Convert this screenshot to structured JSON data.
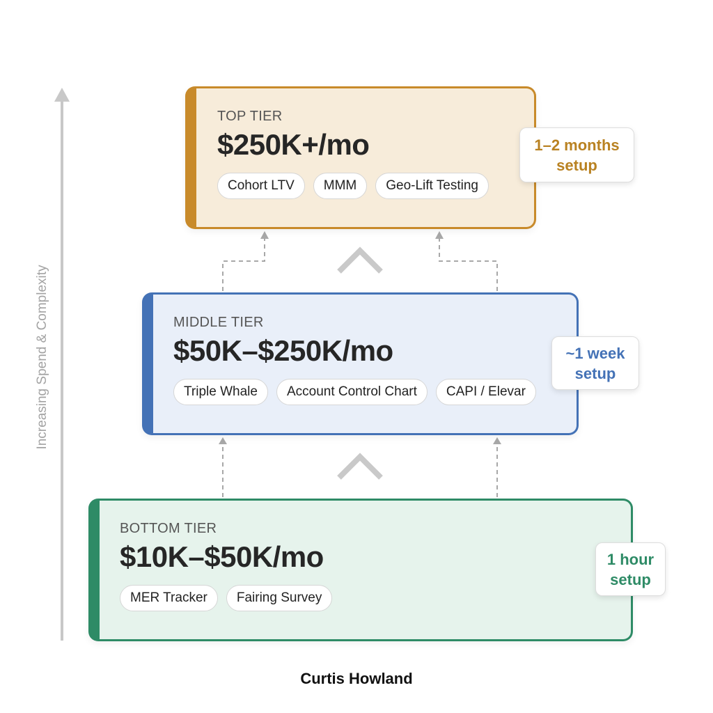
{
  "axis": {
    "label": "Increasing Spend & Complexity"
  },
  "tiers": {
    "top": {
      "label": "TOP TIER",
      "price": "$250K+/mo",
      "tools": [
        "Cohort LTV",
        "MMM",
        "Geo-Lift Testing"
      ],
      "setup": [
        "1–2 months",
        "setup"
      ],
      "color": "#c88a2a"
    },
    "middle": {
      "label": "MIDDLE TIER",
      "price": "$50K–$250K/mo",
      "tools": [
        "Triple Whale",
        "Account Control Chart",
        "CAPI / Elevar"
      ],
      "setup": [
        "~1 week",
        "setup"
      ],
      "color": "#4472b6"
    },
    "bottom": {
      "label": "BOTTOM TIER",
      "price": "$10K–$50K/mo",
      "tools": [
        "MER Tracker",
        "Fairing Survey"
      ],
      "setup": [
        "1 hour",
        "setup"
      ],
      "color": "#2e8b66"
    }
  },
  "author": "Curtis Howland"
}
